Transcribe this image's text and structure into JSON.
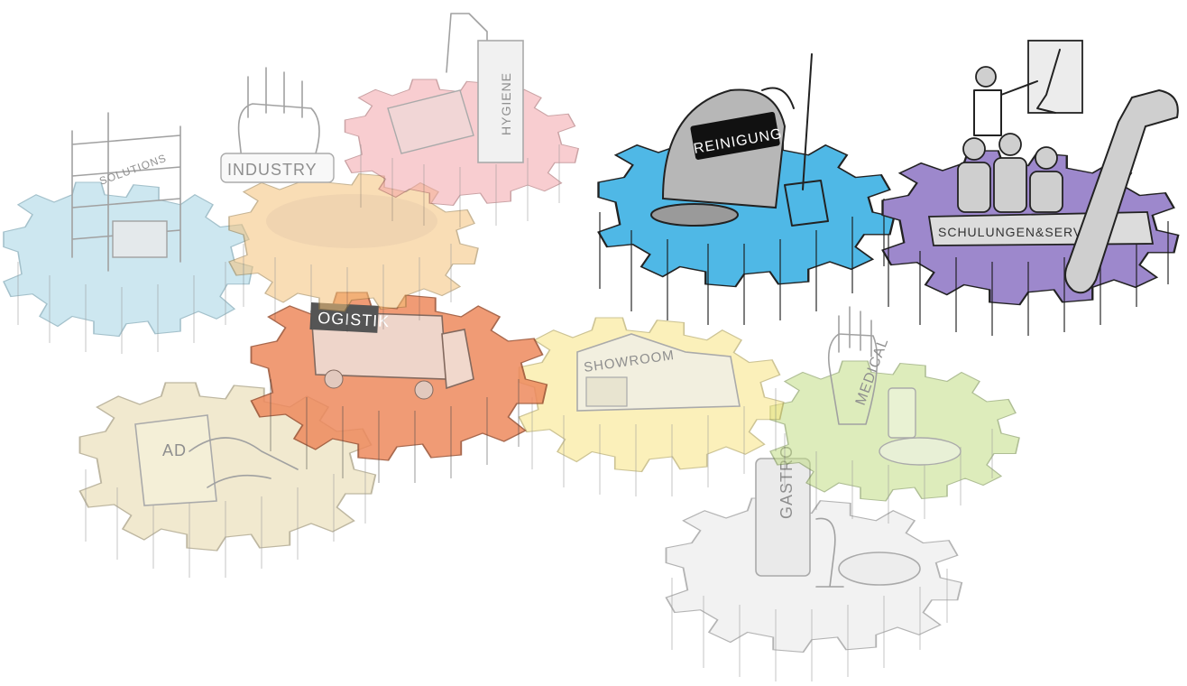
{
  "gears": [
    {
      "id": "solutions",
      "label": "SOLUTIONS",
      "color": "#a9d6e5",
      "icon": "shelf-icon",
      "highlighted": false
    },
    {
      "id": "industry",
      "label": "INDUSTRY",
      "color": "#f5c77e",
      "icon": "glove-icon",
      "highlighted": false
    },
    {
      "id": "hygiene",
      "label": "HYGIENE",
      "color": "#f3a8ab",
      "icon": "dispenser-icon",
      "highlighted": false
    },
    {
      "id": "reinigung",
      "label": "REINIGUNG",
      "color": "#56bde9",
      "icon": "scrubber-machine-icon",
      "highlighted": true
    },
    {
      "id": "schulungen",
      "label": "SCHULUNGEN&SERVICE",
      "color": "#9b86c9",
      "icon": "wrench-icon",
      "highlighted": true
    },
    {
      "id": "logistik",
      "label": "OGISTIK",
      "color": "#ef8a5f",
      "icon": "truck-icon",
      "highlighted": false
    },
    {
      "id": "showroom",
      "label": "SHOWROOM",
      "color": "#f7e27c",
      "icon": "building-icon",
      "highlighted": false
    },
    {
      "id": "medical",
      "label": "MEDICAL",
      "color": "#b9d77a",
      "icon": "medical-glove-icon",
      "highlighted": false
    },
    {
      "id": "ad",
      "label": "AD",
      "color": "#e2d4a1",
      "icon": "handshake-icon",
      "highlighted": false
    },
    {
      "id": "gastro",
      "label": "GASTRO",
      "color": "#e6e6e6",
      "icon": "glassware-icon",
      "highlighted": false
    }
  ]
}
